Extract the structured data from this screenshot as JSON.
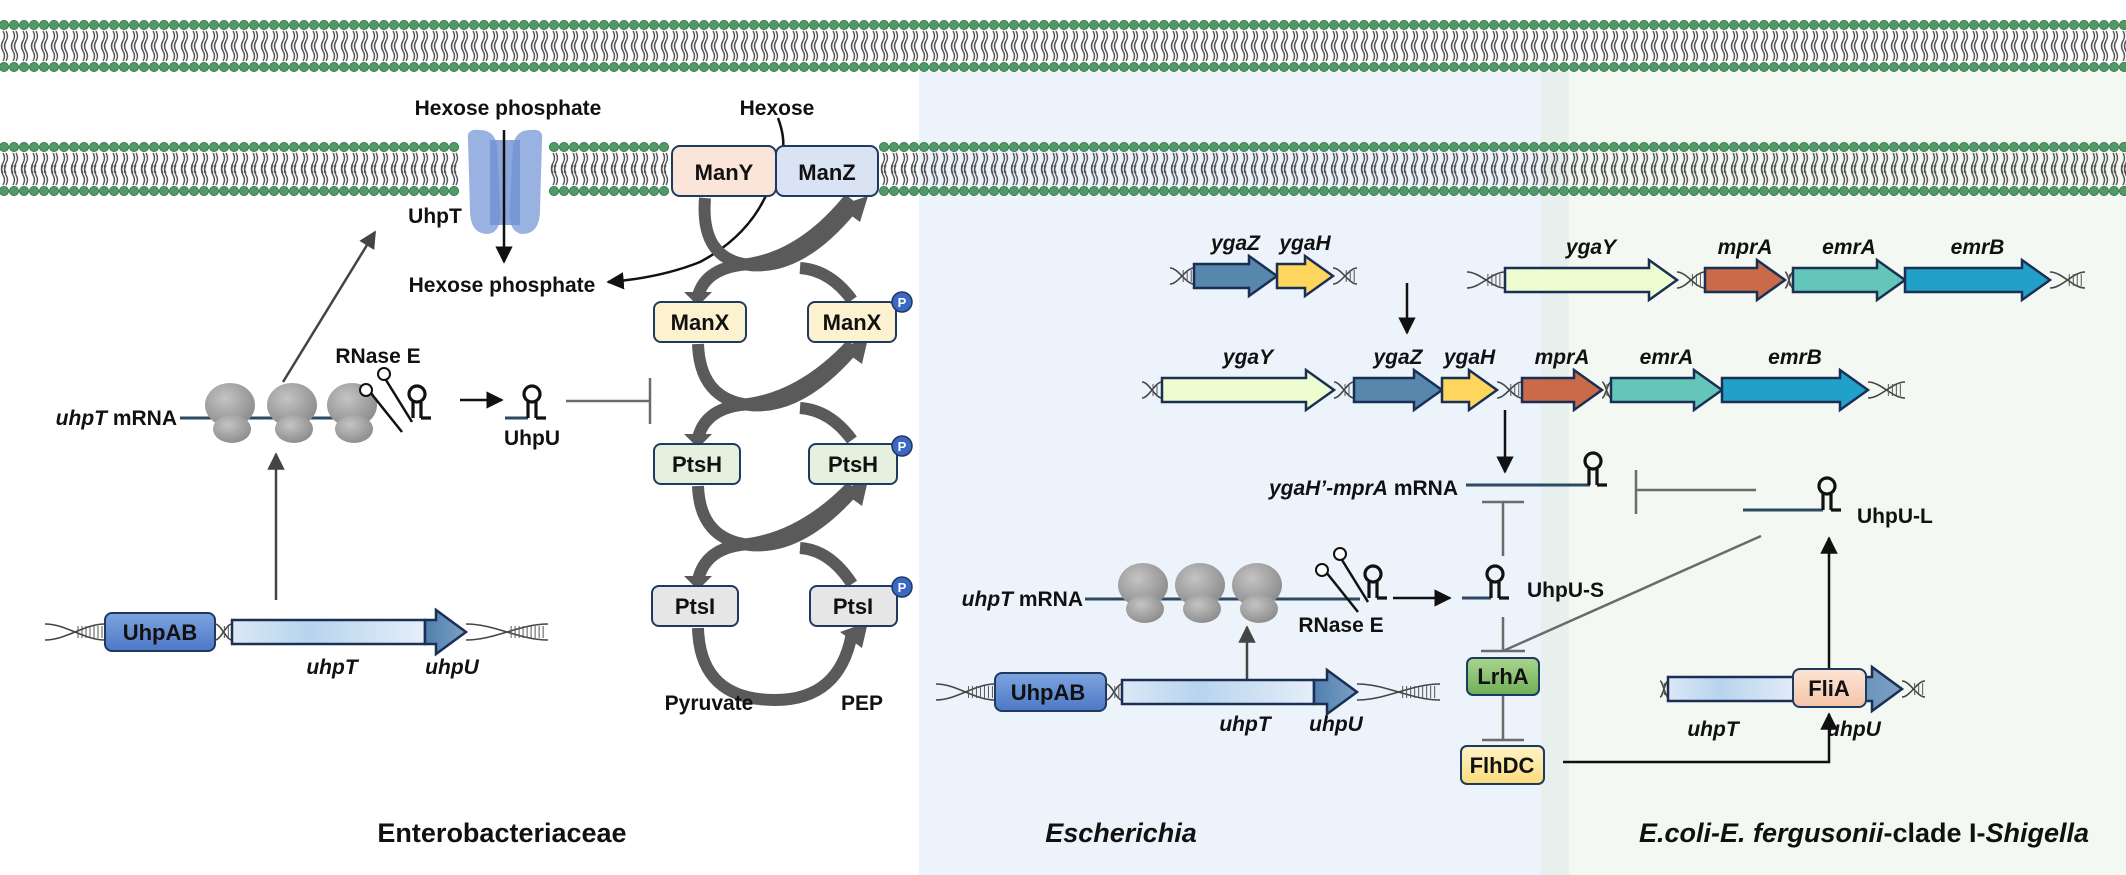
{
  "figure": {
    "membrane_colors": {
      "head": "#4f9a66",
      "head_edge": "#2f6e43",
      "tail": "#555555"
    },
    "panel_colors": {
      "escherichia_bg": "#edf3fb",
      "clade_bg": "#f3f8f2",
      "transition_bg": "#e8f0ee"
    },
    "panels": [
      {
        "id": "enterobacteriaceae",
        "title": "Enterobacteriaceae",
        "title_italic": false
      },
      {
        "id": "escherichia",
        "title": "Escherichia",
        "title_italic": true
      },
      {
        "id": "clade",
        "title_parts": [
          {
            "text": "E.coli-E. fergusonii",
            "italic": true
          },
          {
            "text": "-clade I-",
            "italic": false
          },
          {
            "text": "Shigella",
            "italic": true
          }
        ]
      }
    ]
  },
  "left": {
    "hexose_phosphate_out": "Hexose phosphate",
    "hexose_phosphate_in": "Hexose phosphate",
    "hexose": "Hexose",
    "transporter": "UhpT",
    "pts": {
      "many": "ManY",
      "manz": "ManZ",
      "manx_left": "ManX",
      "manx_right": "ManX",
      "ptsh_left": "PtsH",
      "ptsh_right": "PtsH",
      "ptsi_left": "PtsI",
      "ptsi_right": "PtsI",
      "phospho_badge": "P",
      "pyruvate": "Pyruvate",
      "pep": "PEP",
      "colors": {
        "many": "#fbe4d8",
        "manz": "#dae3f3",
        "manx": "#fdf2d0",
        "ptsh": "#e5f1de",
        "ptsi": "#e6e6e6",
        "badge": "#3a68c4",
        "edge": "#1f3a5f"
      }
    },
    "mrna": {
      "gene": "uhpT",
      "suffix": " mRNA"
    },
    "rnase": "RNase E",
    "srna": "UhpU",
    "gene_row": {
      "regulator": "UhpAB",
      "gene1": "uhpT",
      "gene2": "uhpU"
    }
  },
  "escherichia": {
    "operon_small": {
      "genes": [
        "ygaZ",
        "ygaH"
      ]
    },
    "operon_ref": {
      "genes": [
        "ygaY",
        "mprA",
        "emrA",
        "emrB"
      ]
    },
    "operon_merged": {
      "genes": [
        "ygaY",
        "ygaZ",
        "ygaH",
        "mprA",
        "emrA",
        "emrB"
      ]
    },
    "gene_colors": {
      "ygaY": "#eefdd0",
      "ygaZ": "#5787ac",
      "ygaH": "#fed65e",
      "mprA": "#c96b48",
      "emrA": "#63c6b9",
      "emrB": "#21a0c9"
    },
    "target_mrna": {
      "gene": "ygaH’-mprA",
      "suffix": " mRNA"
    },
    "mrna": {
      "gene": "uhpT",
      "suffix": " mRNA"
    },
    "rnase": "RNase E",
    "srna_short": "UhpU-S",
    "regulators": {
      "lrha": "LrhA",
      "flhdc": "FlhDC",
      "lrha_color": "#8cc46e",
      "flhdc_color": "#fde9a4"
    },
    "gene_row": {
      "regulator": "UhpAB",
      "gene1": "uhpT",
      "gene2": "uhpU"
    }
  },
  "clade": {
    "srna_long": "UhpU-L",
    "gene_row": {
      "sigma": "FliA",
      "gene1": "uhpT",
      "gene2": "uhpU"
    }
  }
}
